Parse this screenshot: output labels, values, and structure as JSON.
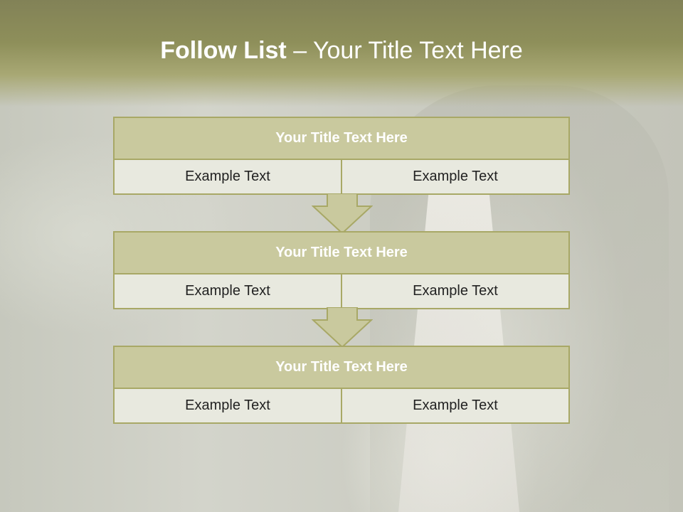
{
  "slide": {
    "title_bold": "Follow List",
    "title_rest": " – Your Title Text Here"
  },
  "steps": [
    {
      "title": "Your Title Text Here",
      "left": "Example Text",
      "right": "Example Text"
    },
    {
      "title": "Your Title Text Here",
      "left": "Example Text",
      "right": "Example Text"
    },
    {
      "title": "Your Title Text Here",
      "left": "Example Text",
      "right": "Example Text"
    }
  ],
  "colors": {
    "header": "#8e8f5a",
    "title_fill": "#c9c99e",
    "cell_fill": "#e8e9df",
    "border": "#a8a866"
  }
}
